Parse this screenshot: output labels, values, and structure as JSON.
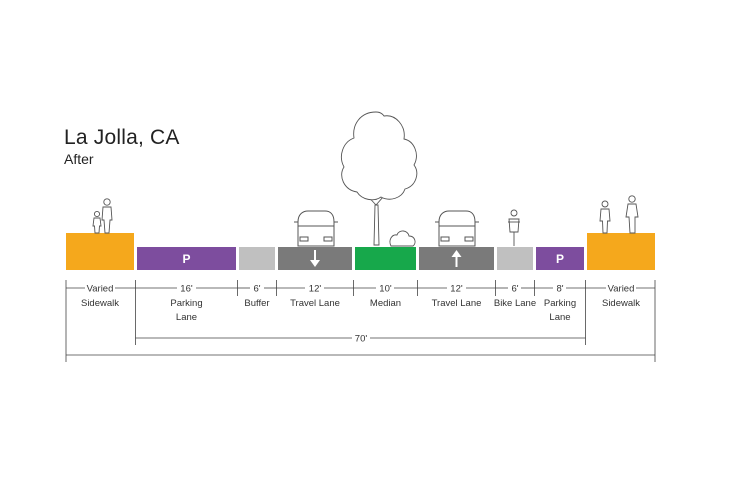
{
  "title": "La Jolla, CA",
  "subtitle": "After",
  "total_width": "70'",
  "colors": {
    "sidewalk": "#f5a81c",
    "parking": "#7d4d9e",
    "buffer": "#c0c0c0",
    "travel": "#7a7a7a",
    "median": "#17a84b",
    "bike": "#c0c0c0"
  },
  "segments": [
    {
      "id": "sidewalk-left",
      "dim": "Varied",
      "label1": "Sidewalk",
      "label2": ""
    },
    {
      "id": "parking-left",
      "dim": "16'",
      "label1": "Parking",
      "label2": "Lane",
      "sign": "P"
    },
    {
      "id": "buffer",
      "dim": "6'",
      "label1": "Buffer",
      "label2": ""
    },
    {
      "id": "travel-left",
      "dim": "12'",
      "label1": "Travel Lane",
      "label2": "",
      "arrow": "down-arrow-icon"
    },
    {
      "id": "median",
      "dim": "10'",
      "label1": "Median",
      "label2": ""
    },
    {
      "id": "travel-right",
      "dim": "12'",
      "label1": "Travel Lane",
      "label2": "",
      "arrow": "up-arrow-icon"
    },
    {
      "id": "bike-lane",
      "dim": "6'",
      "label1": "Bike Lane",
      "label2": ""
    },
    {
      "id": "parking-right",
      "dim": "8'",
      "label1": "Parking",
      "label2": "Lane",
      "sign": "P"
    },
    {
      "id": "sidewalk-right",
      "dim": "Varied",
      "label1": "Sidewalk",
      "label2": ""
    }
  ],
  "icons": [
    "pedestrian-icon",
    "car-icon",
    "tree-icon",
    "shrub-icon",
    "cyclist-icon"
  ]
}
